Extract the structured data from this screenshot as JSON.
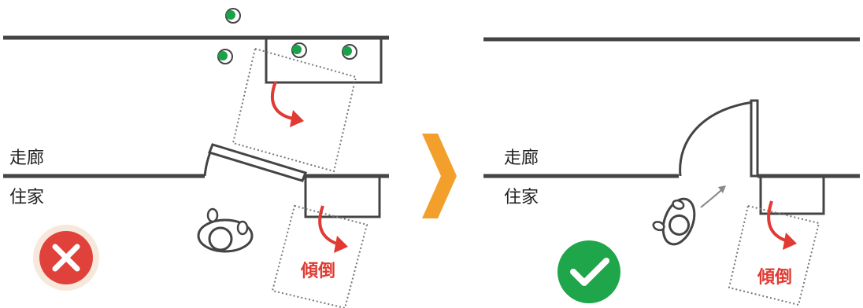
{
  "left_panel": {
    "corridor_label": "走廊",
    "residence_label": "住家",
    "tilt_label": "傾倒",
    "result_badge": "cross-badge"
  },
  "right_panel": {
    "corridor_label": "走廊",
    "residence_label": "住家",
    "tilt_label": "傾倒",
    "result_badge": "check-badge"
  },
  "transition_arrow": "chevron-right-arrow",
  "colors": {
    "wall": "#444444",
    "error_red": "#e0413a",
    "ok_green": "#1fa64a",
    "arrow_orange": "#f2a02b",
    "person_green": "#1aa24b",
    "fall_arrow": "#e03a32"
  }
}
